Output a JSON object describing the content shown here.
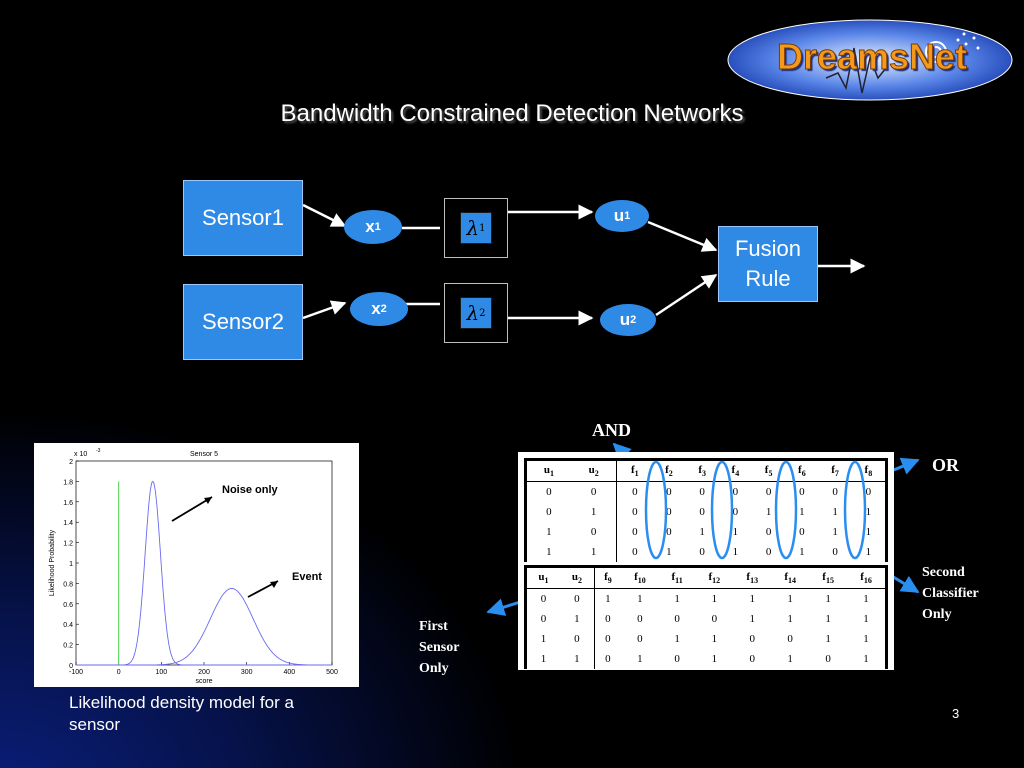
{
  "slide": {
    "title": "Bandwidth Constrained Detection Networks",
    "page_number": "3",
    "logo_text": "DreamsNet"
  },
  "diagram": {
    "sensor1": "Sensor1",
    "sensor2": "Sensor2",
    "x1": "x",
    "x1_sub": "1",
    "x2": "x",
    "x2_sub": "2",
    "lambda1": "λ",
    "lambda1_sub": "1",
    "lambda2": "λ",
    "lambda2_sub": "2",
    "u1": "u",
    "u1_sub": "1",
    "u2": "u",
    "u2_sub": "2",
    "fusion_line1": "Fusion",
    "fusion_line2": "Rule"
  },
  "annotations": {
    "and_label": "AND",
    "or_label": "OR",
    "second_classifier": [
      "Second",
      "Classifier",
      "Only"
    ],
    "first_sensor": [
      "First",
      "Sensor",
      "Only"
    ]
  },
  "truth_table_1": {
    "headers": [
      "u1",
      "u2",
      "f1",
      "f2",
      "f3",
      "f4",
      "f5",
      "f6",
      "f7",
      "f8"
    ],
    "rows": [
      [
        "0",
        "0",
        "0",
        "0",
        "0",
        "0",
        "0",
        "0",
        "0",
        "0"
      ],
      [
        "0",
        "1",
        "0",
        "0",
        "0",
        "0",
        "1",
        "1",
        "1",
        "1"
      ],
      [
        "1",
        "0",
        "0",
        "0",
        "1",
        "1",
        "0",
        "0",
        "1",
        "1"
      ],
      [
        "1",
        "1",
        "0",
        "1",
        "0",
        "1",
        "0",
        "1",
        "0",
        "1"
      ]
    ]
  },
  "truth_table_2": {
    "headers": [
      "u1",
      "u2",
      "f9",
      "f10",
      "f11",
      "f12",
      "f13",
      "f14",
      "f15",
      "f16"
    ],
    "rows": [
      [
        "0",
        "0",
        "1",
        "1",
        "1",
        "1",
        "1",
        "1",
        "1",
        "1"
      ],
      [
        "0",
        "1",
        "0",
        "0",
        "0",
        "0",
        "1",
        "1",
        "1",
        "1"
      ],
      [
        "1",
        "0",
        "0",
        "0",
        "1",
        "1",
        "0",
        "0",
        "1",
        "1"
      ],
      [
        "1",
        "1",
        "0",
        "1",
        "0",
        "1",
        "0",
        "1",
        "0",
        "1"
      ]
    ]
  },
  "plot": {
    "title": "Sensor 5",
    "exponent": "x 10",
    "exponent_power": "-3",
    "ylabel": "Likelihood Probability",
    "xlabel": "score",
    "yticks": [
      "2",
      "1.8",
      "1.6",
      "1.4",
      "1.2",
      "1",
      "0.8",
      "0.6",
      "0.4",
      "0.2",
      "0"
    ],
    "xticks": [
      "-100",
      "0",
      "100",
      "200",
      "300",
      "400",
      "500"
    ],
    "noise_label": "Noise only",
    "event_label": "Event",
    "caption": "Likelihood density model for a sensor",
    "curve_color": "#6a6af0",
    "threshold_color": "#4ad24a"
  },
  "colors": {
    "box_blue": "#2f8ae6",
    "highlight_blue": "#2a8ef0"
  }
}
